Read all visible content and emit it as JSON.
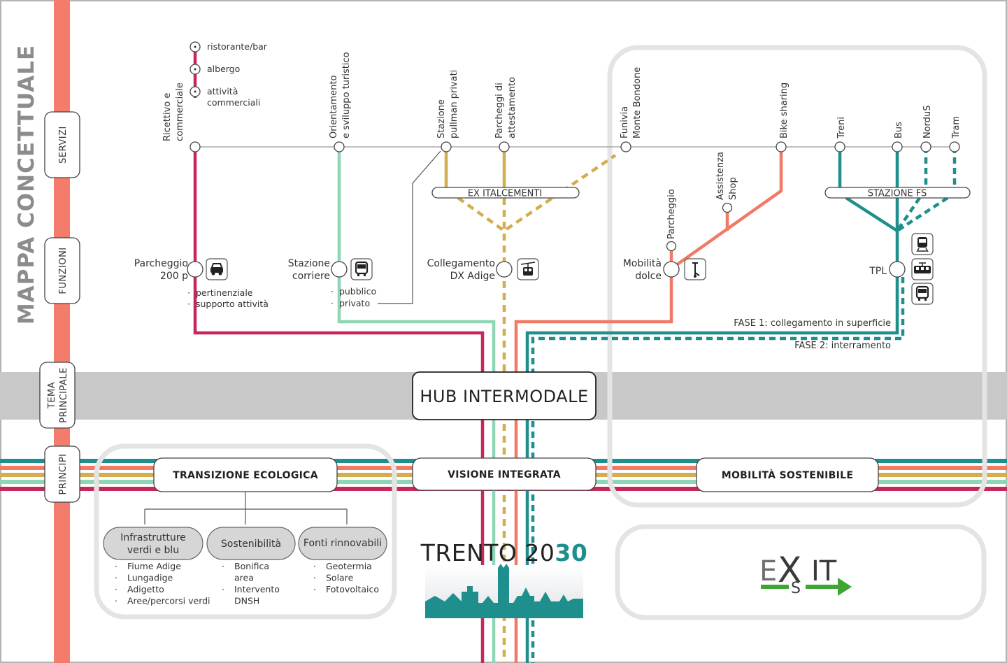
{
  "colors": {
    "red_bar": "#f47c6d",
    "magenta": "#c8275a",
    "mint": "#8fd6b6",
    "gold": "#d3ad4e",
    "salmon": "#f07a66",
    "teal": "#1e8f8c",
    "gray_band": "#c8c8c8",
    "frame": "#e6e6e6",
    "green_arrow": "#3fa535"
  },
  "side": {
    "title": "MAPPA CONCETTUALE",
    "servizi": "SERVIZI",
    "funzioni": "FUNZIONI",
    "tema_1": "TEMA",
    "tema_2": "PRINCIPALE",
    "principi": "PRINCIPI"
  },
  "services": {
    "ricettivo_1": "Ricettivo e",
    "ricettivo_2": "commerciale",
    "ristorante": "ristorante/bar",
    "albergo": "albergo",
    "attivita_1": "attività",
    "attivita_2": "commerciali",
    "orientamento_1": "Orientamento",
    "orientamento_2": "e sviluppo turistico",
    "stazione_pullman_1": "Stazione",
    "stazione_pullman_2": "pullman privati",
    "parcheggi_att_1": "Parcheggi di",
    "parcheggi_att_2": "attestamento",
    "funivia_1": "Funivia",
    "funivia_2": "Monte Bondone",
    "assistenza_1": "Assistenza",
    "assistenza_2": "Shop",
    "bike": "Bike sharing",
    "treni": "Treni",
    "bus": "Bus",
    "nordus": "NorduS",
    "tram": "Tram",
    "parcheggio_v": "Parcheggio"
  },
  "stations": {
    "ex_italcementi": "EX ITALCEMENTI",
    "stazione_fs": "STAZIONE FS"
  },
  "functions": {
    "parcheggio_1": "Parcheggio",
    "parcheggio_2": "200 p",
    "pertinenziale": "pertinenziale",
    "supporto": "supporto attività",
    "stazione_corriere_1": "Stazione",
    "stazione_corriere_2": "corriere",
    "pubblico": "pubblico",
    "privato": "privato",
    "collegamento_1": "Collegamento",
    "collegamento_2": "DX Adige",
    "mobilita_1": "Mobilità",
    "mobilita_2": "dolce",
    "tpl": "TPL",
    "fase1": "FASE 1: collegamento in superficie",
    "fase2": "FASE 2: interramento"
  },
  "hub": {
    "title": "HUB INTERMODALE"
  },
  "principles": {
    "transizione": "TRANSIZIONE ECOLOGICA",
    "visione": "VISIONE INTEGRATA",
    "mobilita": "MOBILITÀ SOSTENIBILE"
  },
  "pills": {
    "infra_1": "Infrastrutture",
    "infra_2": "verdi e blu",
    "infra_items": [
      "Fiume Adige",
      "Lungadige",
      "Adigetto",
      "Aree/percorsi verdi"
    ],
    "sost": "Sostenibilità",
    "sost_items": [
      "Bonifica",
      "area",
      "Intervento",
      "DNSH"
    ],
    "fonti": "Fonti rinnovabili",
    "fonti_items": [
      "Geotermia",
      "Solare",
      "Fotovoltaico"
    ]
  },
  "trento": {
    "title_a": "TRENTO 20",
    "title_b": "30"
  },
  "logo": {
    "e": "E",
    "x": "X",
    "s": "S",
    "it": "IT"
  }
}
